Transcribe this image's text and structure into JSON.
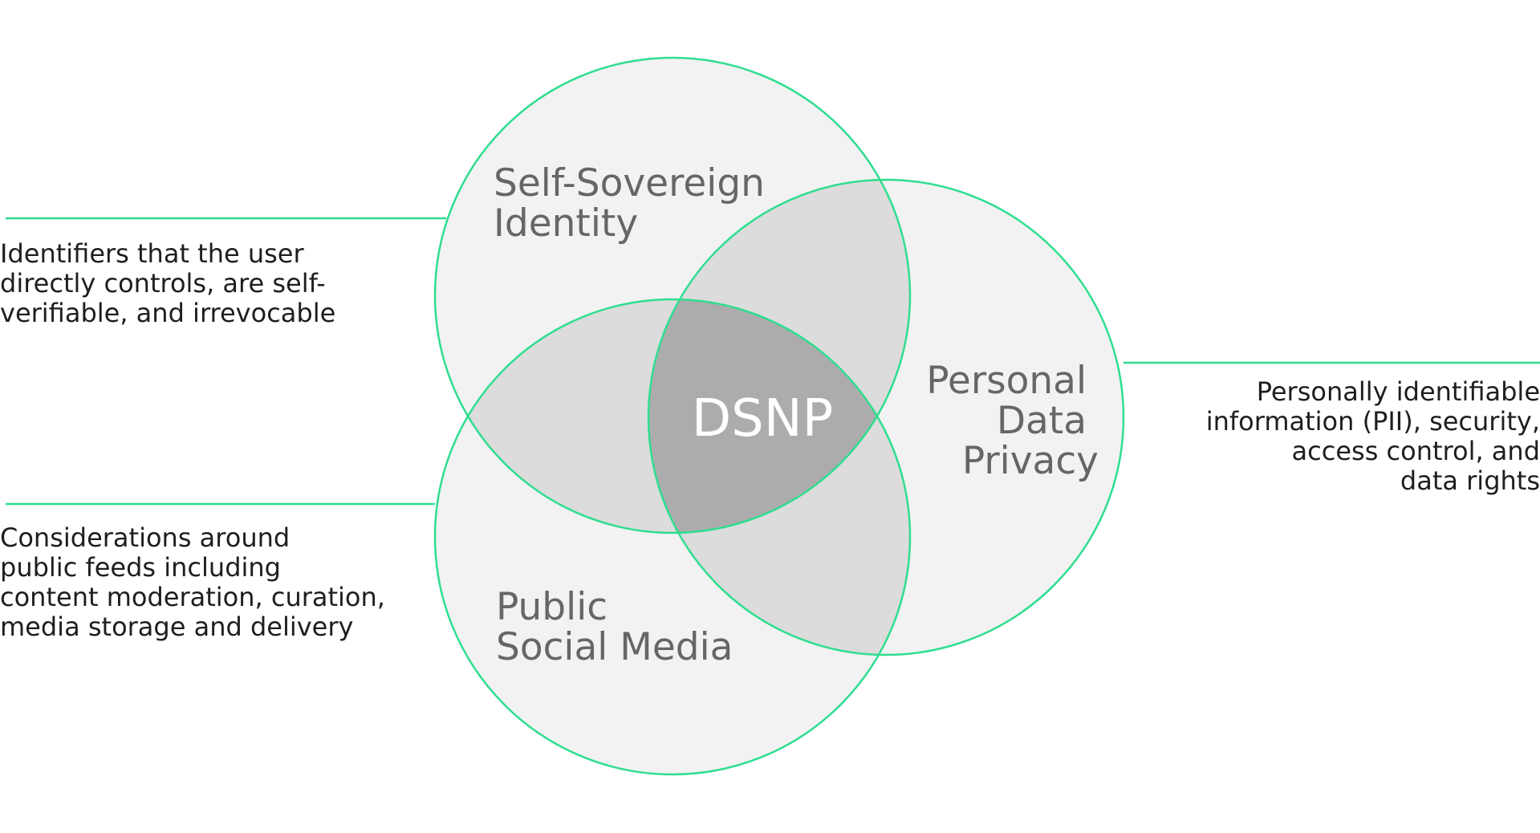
{
  "colors": {
    "circle_stroke": "#2ede8f",
    "circle_fill": "#f2f2f2",
    "pair_overlap_fill": "#dcdcdc",
    "center_overlap_fill": "#acacac",
    "connector_line": "#2ede8f",
    "label_text": "#666666",
    "center_text": "#ffffff",
    "description_text": "#1e1e1e"
  },
  "circles": {
    "identity": {
      "label_lines": [
        "Self-Sovereign",
        "Identity"
      ]
    },
    "privacy": {
      "label_lines": [
        "Personal",
        "Data",
        "Privacy"
      ]
    },
    "social": {
      "label_lines": [
        "Public",
        "Social Media"
      ]
    }
  },
  "center": {
    "label": "DSNP"
  },
  "descriptions": {
    "identity": [
      "Identifiers that the user",
      "directly controls, are self-",
      "verifiable, and irrevocable"
    ],
    "social": [
      "Considerations around",
      "public feeds including",
      "content moderation, curation,",
      "media storage and delivery"
    ],
    "privacy": [
      "Personally identifiable",
      "information (PII), security,",
      "access control, and",
      "data rights"
    ]
  }
}
